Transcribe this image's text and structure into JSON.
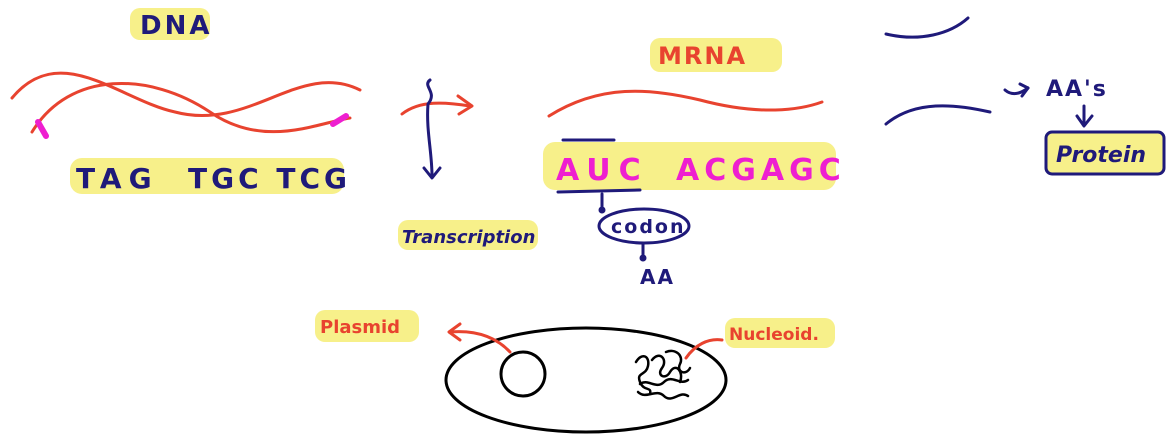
{
  "colors": {
    "ink_blue": "#1f1a7a",
    "ink_red": "#e8432f",
    "ink_magenta": "#ee1fd0",
    "highlight": "#f7f08a",
    "background": "#ffffff"
  },
  "labels": {
    "dna": "DNA",
    "dna_sequence_1": "TAG",
    "dna_sequence_2": "TGC TCG",
    "transcription": "Transcription",
    "mrna": "MRNA",
    "mrna_codon": "AUC",
    "mrna_rest": "ACGAGC",
    "codon": "codon",
    "aa": "AA",
    "aas": "AA's",
    "protein": "Protein",
    "plasmid": "Plasmid",
    "nucleoid": "Nucleoid."
  }
}
